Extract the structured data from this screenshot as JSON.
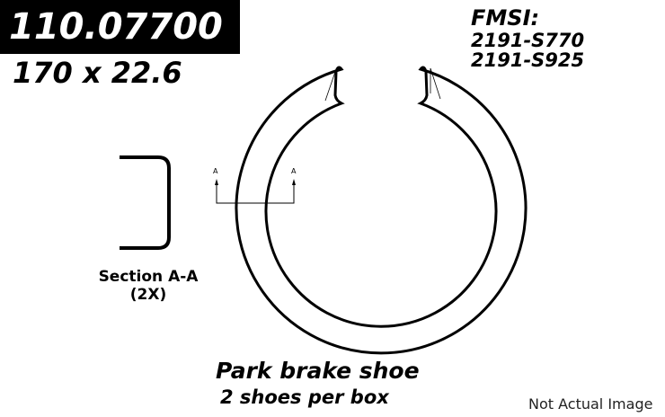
{
  "part_number": "110.07700",
  "dimensions": "170 x 22.6",
  "fmsi": {
    "label": "FMSI:",
    "codes": [
      "2191-S770",
      "2191-S925"
    ]
  },
  "section": {
    "label": "Section A-A",
    "count": "(2X)",
    "marker": "A"
  },
  "title": "Park brake shoe",
  "subtitle": "2 shoes per box",
  "disclaimer": "Not Actual Image"
}
